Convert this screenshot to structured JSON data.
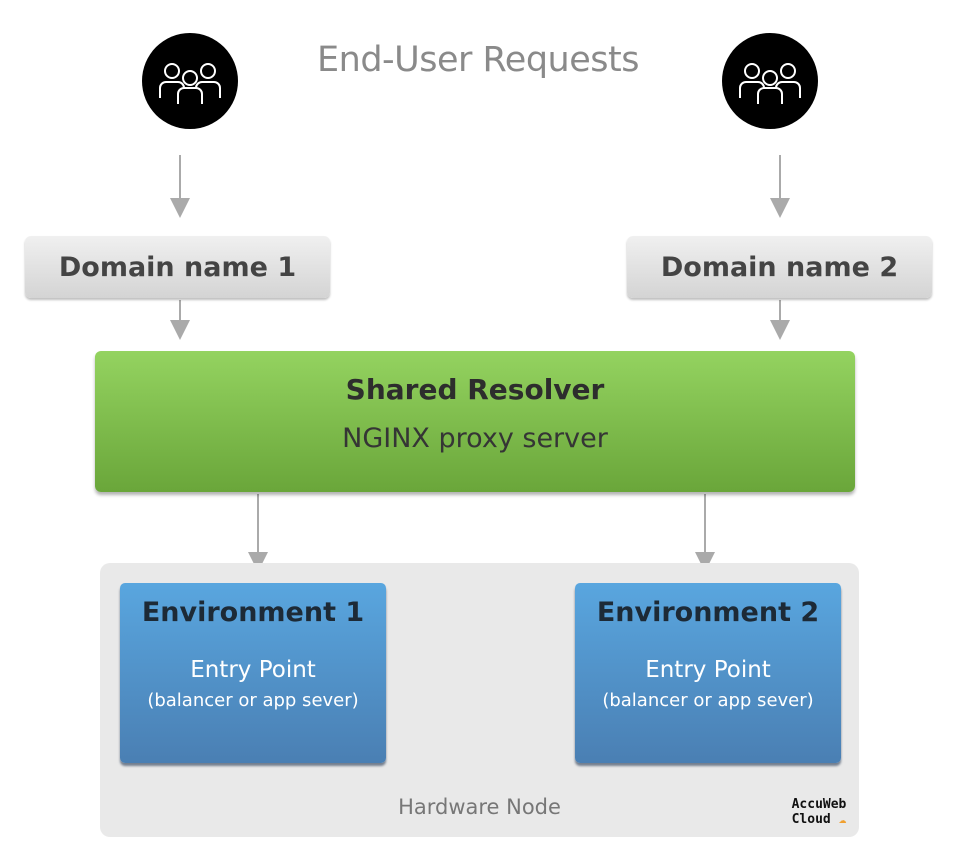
{
  "title": "End-User Requests",
  "domains": [
    "Domain name 1",
    "Domain name 2"
  ],
  "resolver": {
    "title": "Shared Resolver",
    "subtitle": "NGINX proxy server"
  },
  "environments": [
    {
      "title": "Environment 1",
      "entry": "Entry Point",
      "desc": "(balancer or app sever)"
    },
    {
      "title": "Environment 2",
      "entry": "Entry Point",
      "desc": "(balancer or app sever)"
    }
  ],
  "hardware_node": "Hardware Node",
  "logo": {
    "line1": "AccuWeb",
    "line2": "Cloud"
  },
  "icons": {
    "users": "users-group-icon",
    "cloud": "cloud-icon"
  },
  "colors": {
    "resolver": "#7ebd4c",
    "environment": "#4f93cc",
    "domain": "#e0e0e0",
    "node": "#e9e9e9",
    "arrow": "#aaaaaa"
  }
}
